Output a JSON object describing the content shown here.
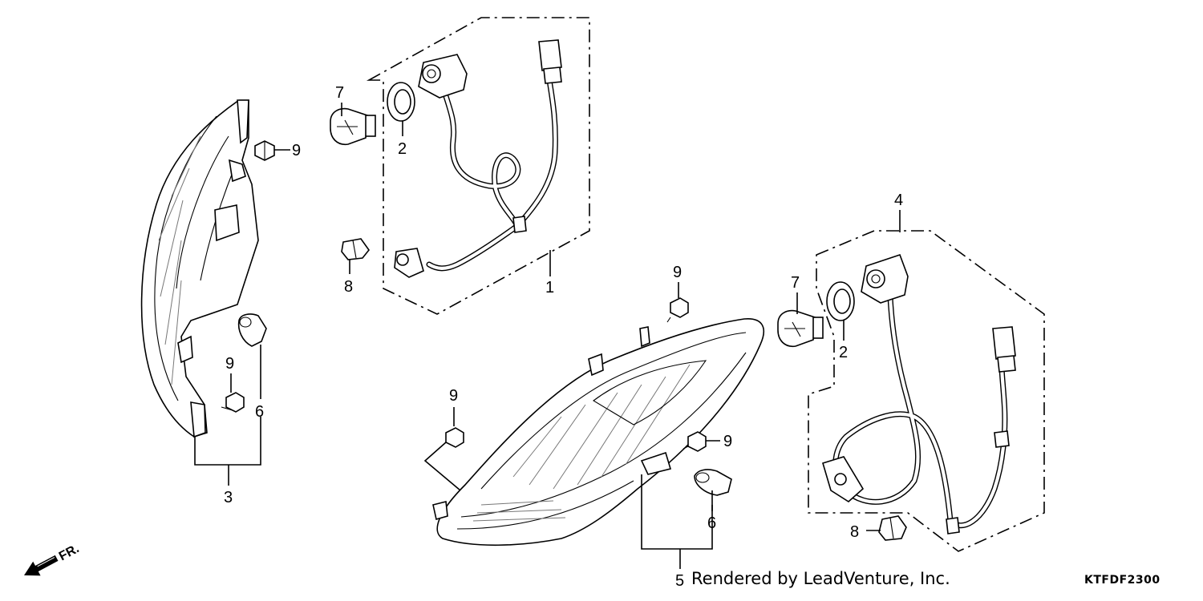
{
  "diagram": {
    "callouts": [
      "1",
      "2",
      "2",
      "3",
      "4",
      "5",
      "6",
      "6",
      "7",
      "7",
      "8",
      "8",
      "9",
      "9",
      "9",
      "9",
      "9"
    ],
    "direction_label": "FR.",
    "credit": "Rendered by LeadVenture, Inc.",
    "diagram_code": "KTFDF2300"
  }
}
